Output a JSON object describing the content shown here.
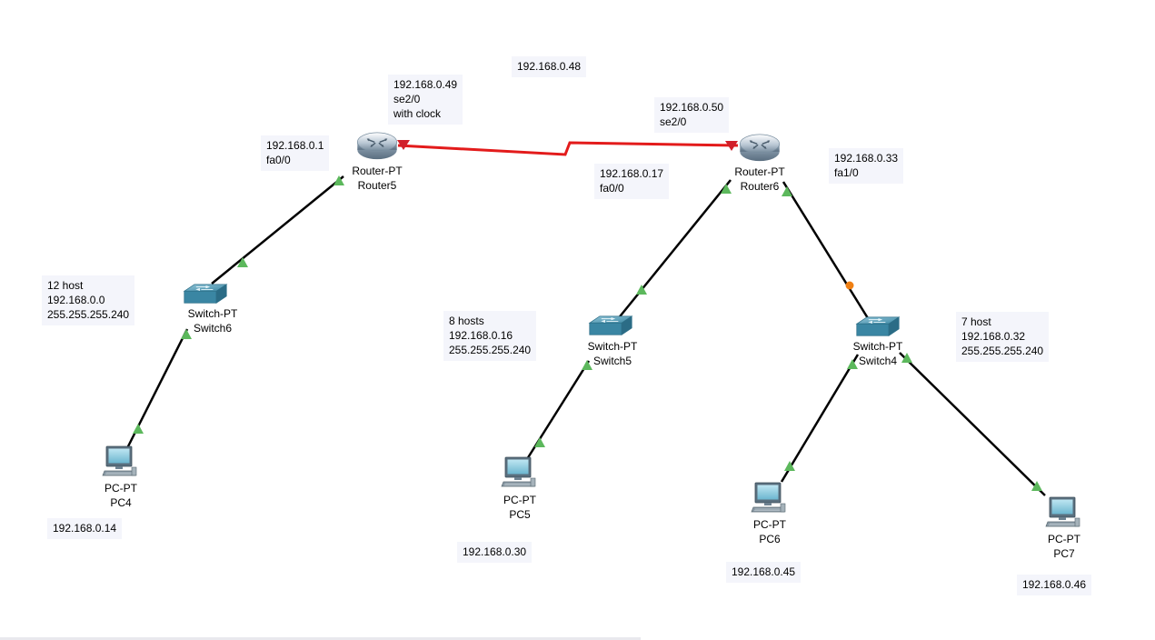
{
  "colors": {
    "link": "#000000",
    "serial_link": "#e31b1b",
    "port_up": "#5cb85c",
    "port_serial": "#d0202a",
    "port_amber": "#f07f12",
    "note_bg": "#f4f5fb"
  },
  "devices": {
    "router5": {
      "type": "Router-PT",
      "name": "Router5",
      "icon": "router-icon"
    },
    "router6": {
      "type": "Router-PT",
      "name": "Router6",
      "icon": "router-icon"
    },
    "switch6": {
      "type": "Switch-PT",
      "name": "Switch6",
      "icon": "switch-icon"
    },
    "switch5": {
      "type": "Switch-PT",
      "name": "Switch5",
      "icon": "switch-icon"
    },
    "switch4": {
      "type": "Switch-PT",
      "name": "Switch4",
      "icon": "switch-icon"
    },
    "pc4": {
      "type": "PC-PT",
      "name": "PC4",
      "icon": "pc-icon"
    },
    "pc5": {
      "type": "PC-PT",
      "name": "PC5",
      "icon": "pc-icon"
    },
    "pc6": {
      "type": "PC-PT",
      "name": "PC6",
      "icon": "pc-icon"
    },
    "pc7": {
      "type": "PC-PT",
      "name": "PC7",
      "icon": "pc-icon"
    }
  },
  "notes": {
    "serial_network": "192.168.0.48",
    "router5_serial": "192.168.0.49\nse2/0\nwith clock",
    "router6_serial": "192.168.0.50\nse2/0",
    "router5_fa": "192.168.0.1\nfa0/0",
    "router6_fa0": "192.168.0.17\nfa0/0",
    "router6_fa1": "192.168.0.33\nfa1/0",
    "lan1": "12 host\n192.168.0.0\n255.255.255.240",
    "lan2": "8 hosts\n192.168.0.16\n255.255.255.240",
    "lan3": "7 host\n192.168.0.32\n255.255.255.240",
    "pc4_ip": "192.168.0.14",
    "pc5_ip": "192.168.0.30",
    "pc6_ip": "192.168.0.45",
    "pc7_ip": "192.168.0.46"
  }
}
